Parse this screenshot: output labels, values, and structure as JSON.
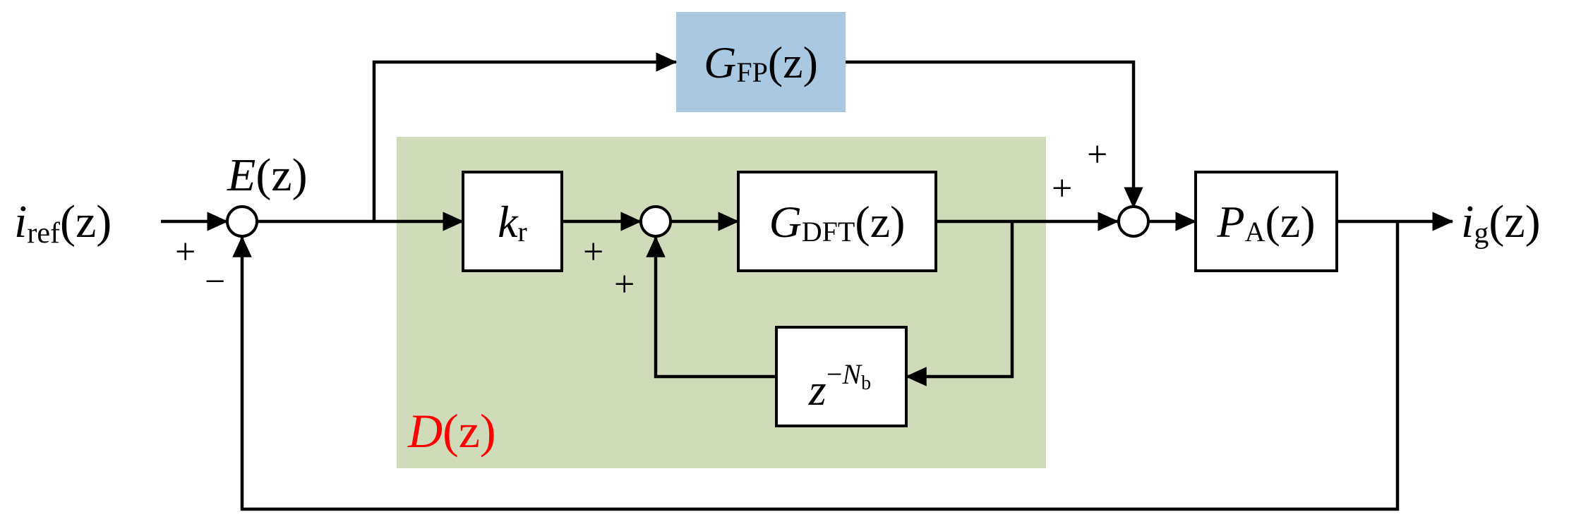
{
  "colors": {
    "feedforward_block_fill": "#a9c9e2",
    "controller_region_fill": "#d0dcb9",
    "controller_label": "#ff0000",
    "line": "#000000"
  },
  "blocks": {
    "gfp": {
      "main": "G",
      "sub": "FP",
      "arg": "(z)"
    },
    "kr": {
      "main": "k",
      "sub": "r"
    },
    "gdft": {
      "main": "G",
      "sub": "DFT",
      "arg": "(z)"
    },
    "delay": {
      "main": "z",
      "sup_prefix": "−",
      "sup_main": "N",
      "sup_sub": "b"
    },
    "pa": {
      "main": "P",
      "sub": "A",
      "arg": "(z)"
    }
  },
  "signals": {
    "input": {
      "main": "i",
      "sub": "ref",
      "arg": "(z)"
    },
    "error": {
      "main": "E",
      "arg": "(z)"
    },
    "output": {
      "main": "i",
      "sub": "g",
      "arg": "(z)"
    }
  },
  "region": {
    "label_main": "D",
    "label_arg": "(z)"
  },
  "signs": {
    "sum1_plus": "+",
    "sum1_minus": "−",
    "sum2_plus_left": "+",
    "sum2_plus_bottom": "+",
    "sum3_plus_left": "+",
    "sum3_plus_top": "+"
  }
}
